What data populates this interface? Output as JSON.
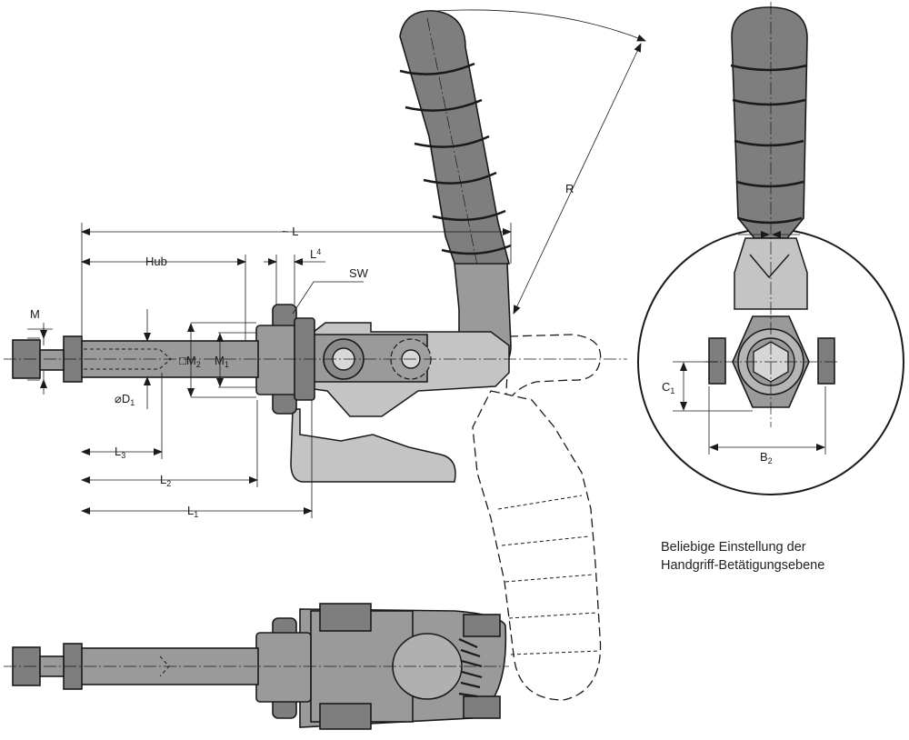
{
  "labels": {
    "M": "M",
    "hub": "Hub",
    "L": "~ L",
    "L4": "L",
    "L4_sub": "4",
    "SW": "SW",
    "R": "R",
    "M2": "□M",
    "M2_sub": "2",
    "M1": "M",
    "M1_sub": "1",
    "D1": "⌀D",
    "D1_sub": "1",
    "L3": "L",
    "L3_sub": "3",
    "L2": "L",
    "L2_sub": "2",
    "L1": "L",
    "L1_sub": "1",
    "C1": "C",
    "C1_sub": "1",
    "B2": "B",
    "B2_sub": "2"
  },
  "note": {
    "line1": "Beliebige Einstellung der",
    "line2": "Handgriff-Betätigungsebene"
  }
}
